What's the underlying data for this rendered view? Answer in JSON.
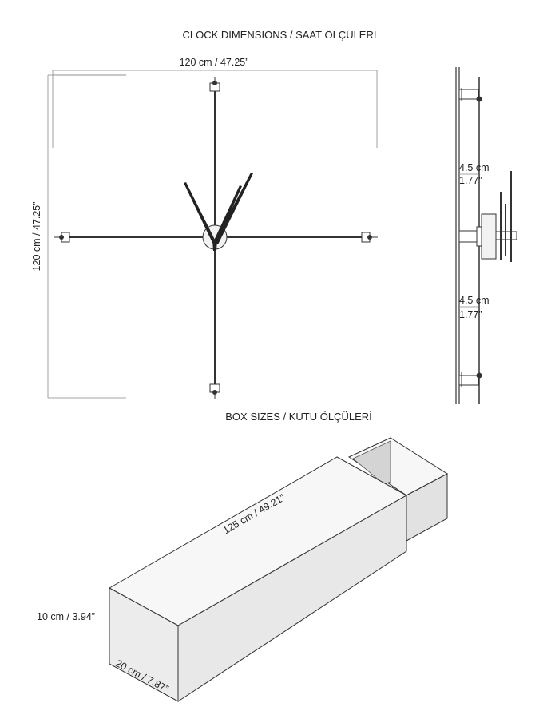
{
  "clock": {
    "title": "CLOCK DIMENSIONS / SAAT ÖLÇÜLERİ",
    "width_label": "120 cm / 47.25”",
    "height_label": "120 cm / 47.25”",
    "side_top_cm": "4.5 cm",
    "side_top_in": "1.77”",
    "side_bottom_cm": "4.5 cm",
    "side_bottom_in": "1.77”"
  },
  "box": {
    "title": "BOX SIZES / KUTU ÖLÇÜLERİ",
    "length_label": "125 cm / 49.21”",
    "height_label": "10 cm / 3.94”",
    "depth_label": "20 cm / 7.87”"
  },
  "colors": {
    "line": "#333333",
    "box_front": "#ececec",
    "box_top": "#f7f7f7",
    "box_side": "#e2e2e2",
    "box_inner": "#d4d4d4",
    "hub": "#f2f2f2"
  }
}
